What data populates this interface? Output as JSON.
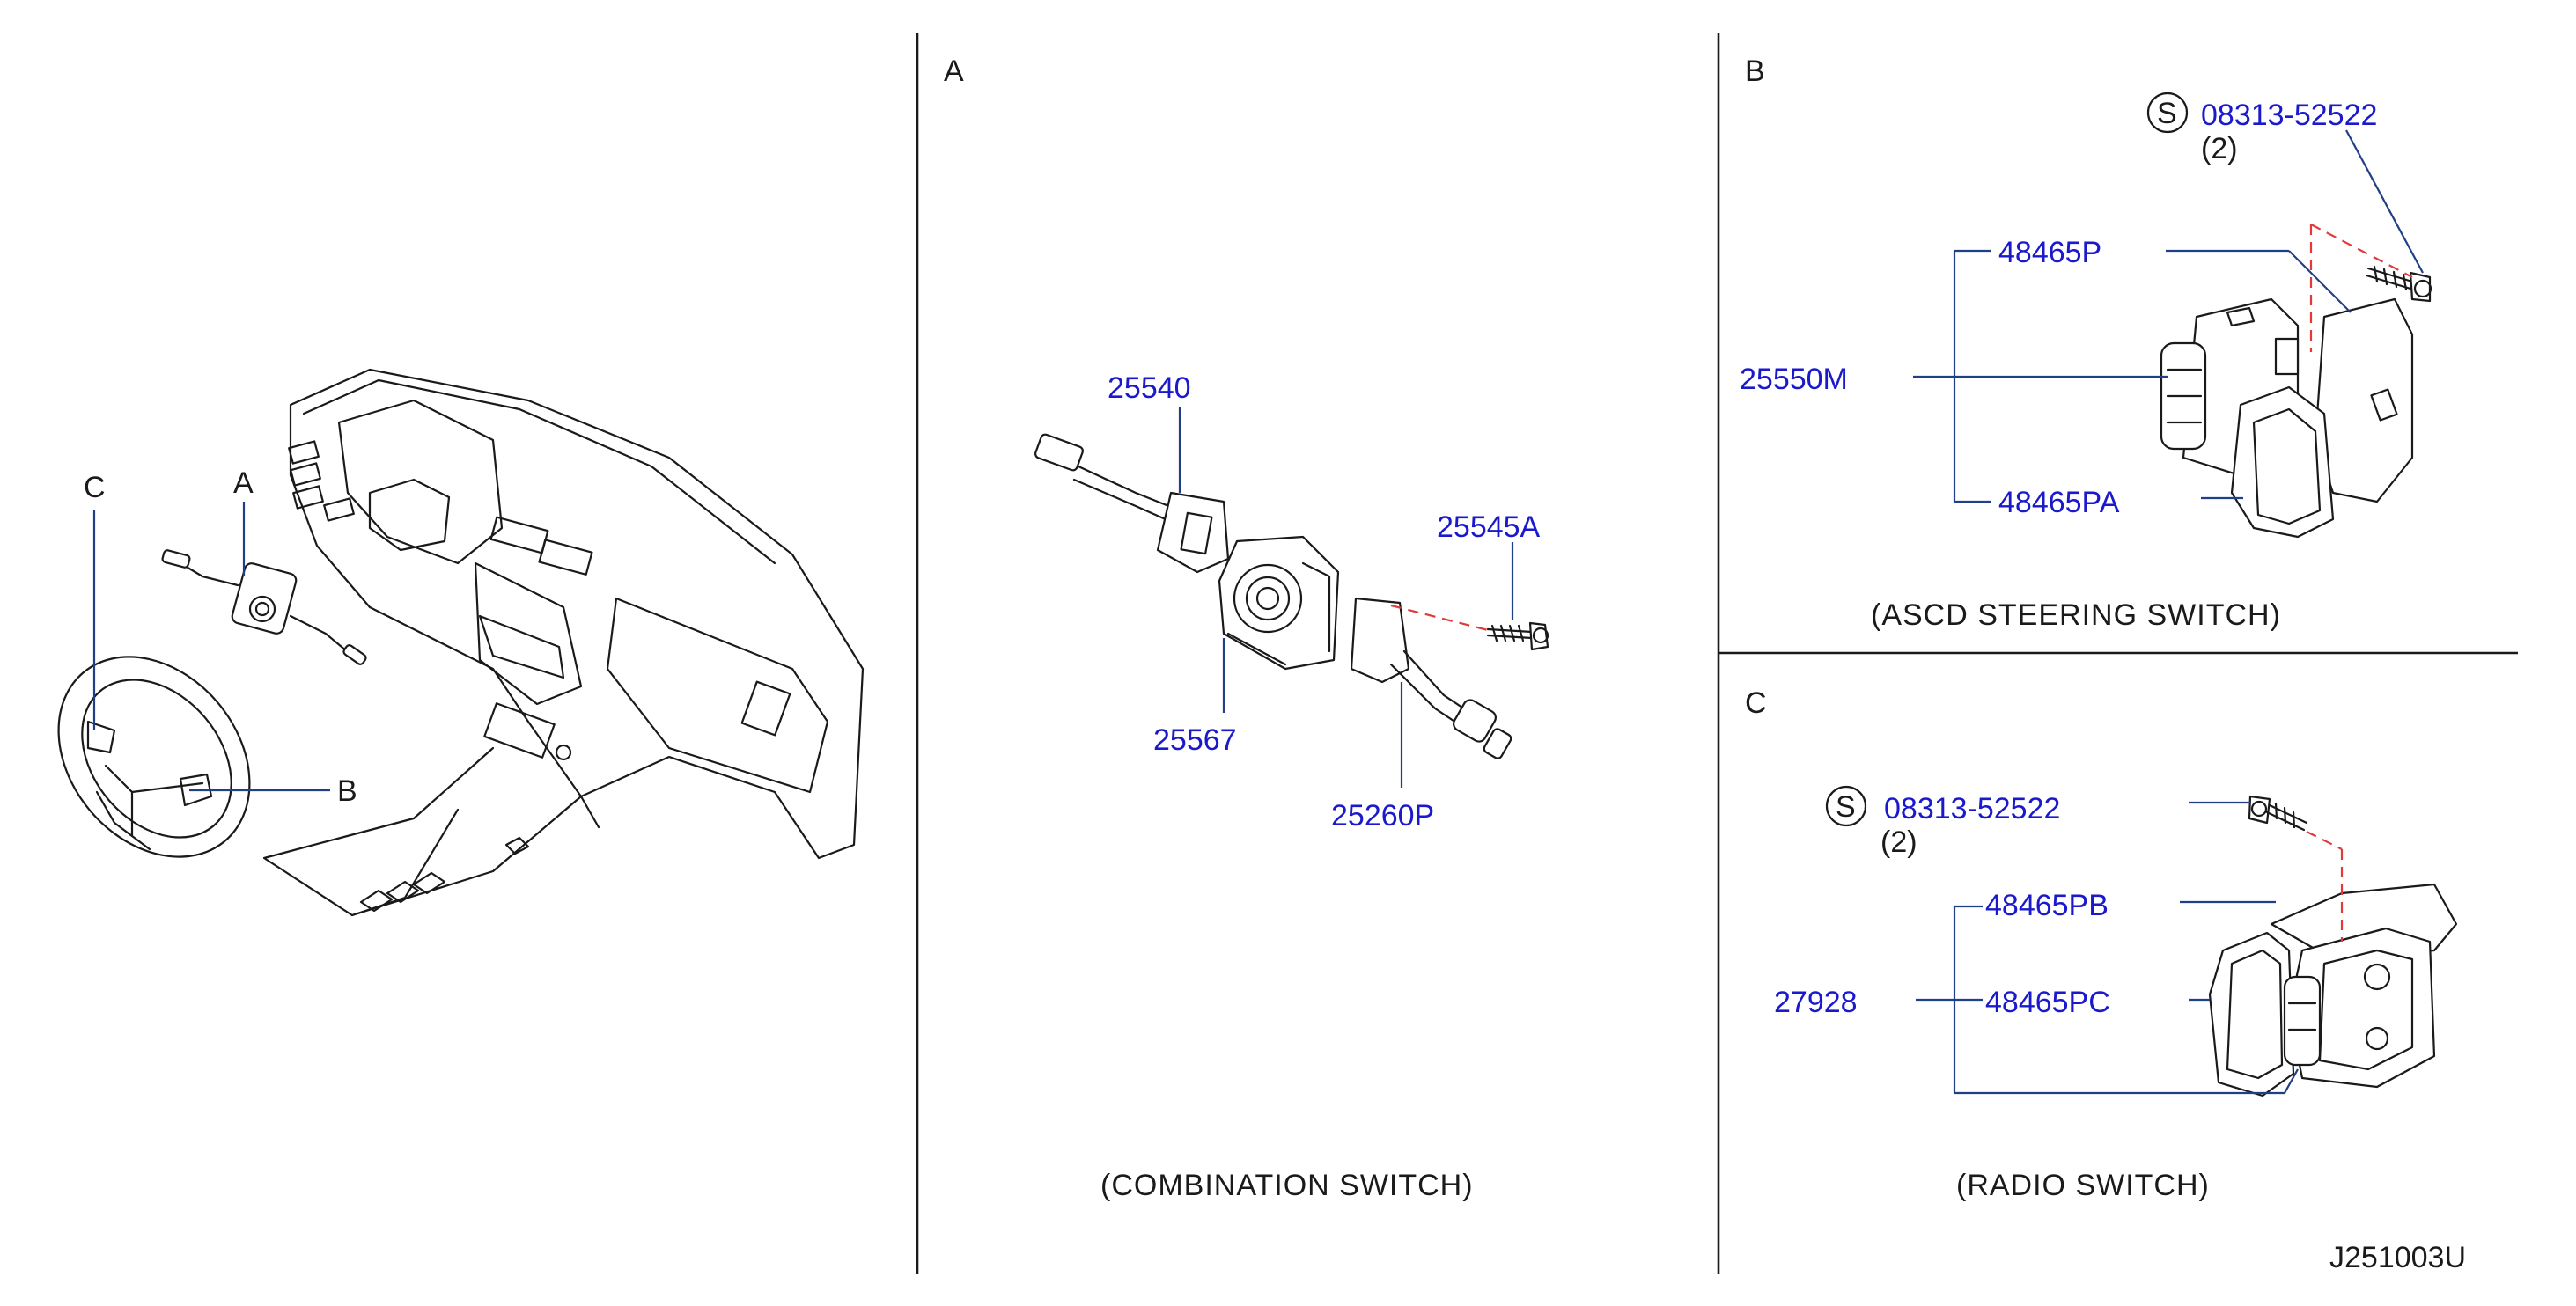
{
  "section_labels": {
    "a": "A",
    "b": "B",
    "c": "C"
  },
  "overview_labels": {
    "a": "A",
    "b": "B",
    "c": "C"
  },
  "combination": {
    "caption": "(COMBINATION   SWITCH)",
    "parts": {
      "p25540": "25540",
      "p25567": "25567",
      "p25545A": "25545A",
      "p25260P": "25260P"
    }
  },
  "ascd": {
    "caption": "(ASCD   STEERING   SWITCH)",
    "screw_symbol": "S",
    "screw_part": "08313-52522",
    "screw_qty": "(2)",
    "parts": {
      "p48465P": "48465P",
      "p25550M": "25550M",
      "p48465PA": "48465PA"
    }
  },
  "radio": {
    "caption": "(RADIO    SWITCH)",
    "screw_symbol": "S",
    "screw_part": "08313-52522",
    "screw_qty": "(2)",
    "parts": {
      "p48465PB": "48465PB",
      "p27928": "27928",
      "p48465PC": "48465PC"
    }
  },
  "diagram_id": "J251003U",
  "colors": {
    "part_number": "#1a1acc",
    "leader_line": "#1f3f86",
    "dashed_guide": "#e23a3a",
    "line_art": "#1a1a1a"
  }
}
